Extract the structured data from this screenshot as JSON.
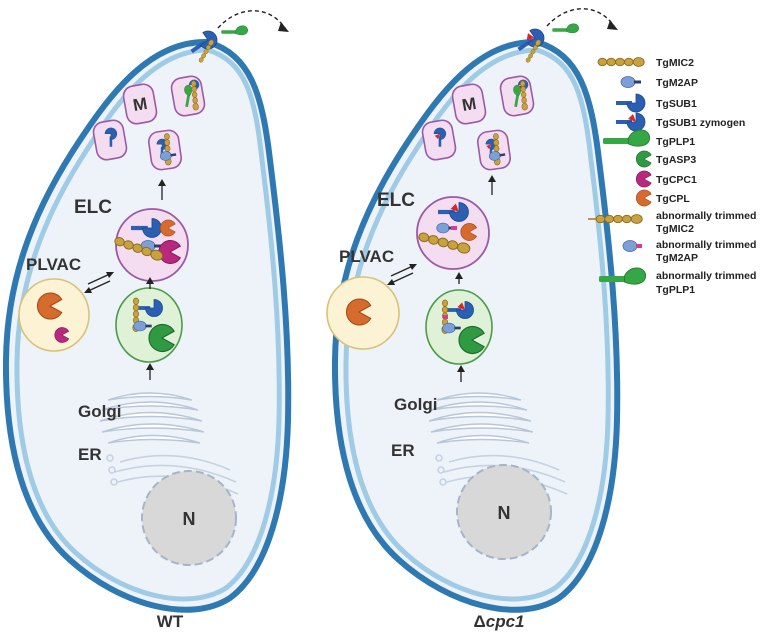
{
  "panels": {
    "wt": {
      "caption": "WT",
      "labels": {
        "elc": "ELC",
        "plvac": "PLVAC",
        "golgi": "Golgi",
        "er": "ER",
        "nucleus": "N",
        "micronemes": "M"
      }
    },
    "cpc1": {
      "caption_prefix": "Δ",
      "caption_italic": "cpc1",
      "labels": {
        "elc": "ELC",
        "plvac": "PLVAC",
        "golgi": "Golgi",
        "er": "ER",
        "nucleus": "N",
        "micronemes": "M"
      }
    }
  },
  "legend": [
    {
      "label": "TgMIC2"
    },
    {
      "label": "TgM2AP"
    },
    {
      "label": "TgSUB1"
    },
    {
      "label": "TgSUB1 zymogen"
    },
    {
      "label": "TgPLP1"
    },
    {
      "label": "TgASP3"
    },
    {
      "label": "TgCPC1"
    },
    {
      "label": "TgCPL"
    },
    {
      "label": "abnormally trimmed",
      "label2": "TgMIC2"
    },
    {
      "label": "abnormally trimmed",
      "label2": "TgM2AP"
    },
    {
      "label": "abnormally trimmed",
      "label2": "TgPLP1"
    }
  ],
  "colors": {
    "cell_outer": "#2f79b3",
    "cell_inner": "#eef3fa",
    "cell_ring": "#9fcbe6",
    "elc_fill": "#f4dcf1",
    "organelle_border": "#9a5aa6",
    "plvac_fill": "#fbf3d4",
    "golgi_vesicle_fill": "#dff1d6",
    "mic2": "#c9a240",
    "m2ap": "#7b9fd6",
    "sub1": "#2b5fb2",
    "plp1": "#35a845",
    "asp3": "#2f9a42",
    "cpc1": "#b8287d",
    "cpl": "#d66b2e",
    "prodomain": "#d8262b",
    "nucleus": "#d8d8d8"
  }
}
